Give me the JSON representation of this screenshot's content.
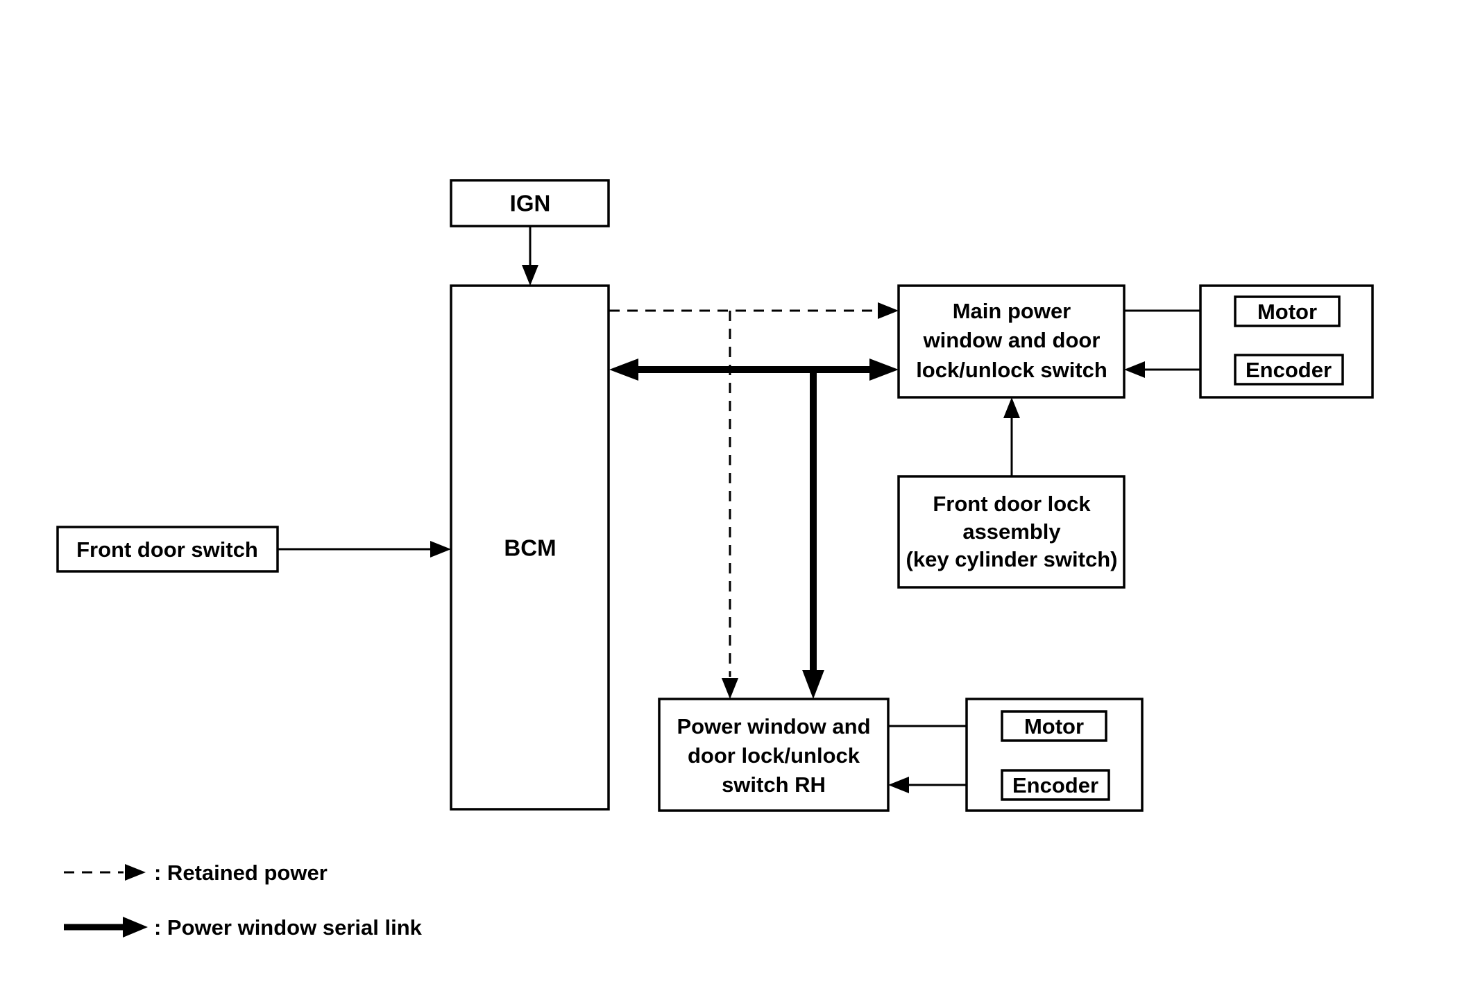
{
  "nodes": {
    "ign": {
      "label": "IGN"
    },
    "bcm": {
      "label": "BCM"
    },
    "front_door_switch": {
      "label": "Front door switch"
    },
    "main_switch": {
      "lines": [
        "Main power",
        "window and door",
        "lock/unlock switch"
      ]
    },
    "front_door_lock": {
      "lines": [
        "Front door lock",
        "assembly",
        "(key cylinder switch)"
      ]
    },
    "rh_switch": {
      "lines": [
        "Power window and",
        "door lock/unlock",
        "switch RH"
      ]
    },
    "motor_main": {
      "label": "Motor"
    },
    "encoder_main": {
      "label": "Encoder"
    },
    "motor_rh": {
      "label": "Motor"
    },
    "encoder_rh": {
      "label": "Encoder"
    }
  },
  "legend": {
    "retained_power": ": Retained power",
    "serial_link": ": Power window serial link"
  },
  "colors": {
    "ink": "#000000",
    "background": "#ffffff"
  }
}
